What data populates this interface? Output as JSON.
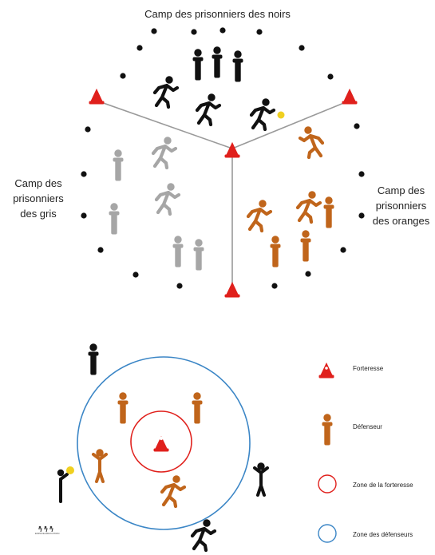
{
  "title_noirs": "Camp des prisonniers des noirs",
  "title_gris": [
    "Camp des",
    "prisonniers",
    "des gris"
  ],
  "title_oranges": [
    "Camp des",
    "prisonniers",
    "des oranges"
  ],
  "legend": {
    "forteresse": "Forteresse",
    "defenseur": "Défenseur",
    "zone_forteresse": "Zone de la forteresse",
    "zone_defenseurs": "Zone des défenseurs"
  },
  "colors": {
    "black": "#111111",
    "gray": "#a6a6a6",
    "orange": "#c0651b",
    "red": "#e0201c",
    "blue": "#3b86c6",
    "ball": "#f0d020",
    "line": "#9a9a9a"
  },
  "logo": "ESPACE-ÉDUCATION"
}
